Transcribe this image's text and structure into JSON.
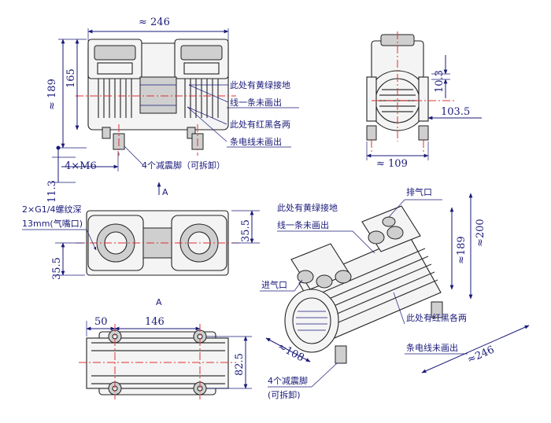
{
  "dims": {
    "top_width": "≈ 246",
    "height_189": "≈ 189",
    "height_165": "165",
    "side_10_3": "10.3",
    "side_103_5": "103.5",
    "side_109": "≈ 109",
    "m6": "4×M6",
    "h_11_3": "11.3",
    "d_35_5_right": "35.5",
    "d_35_5_left": "35.5",
    "b_50": "50",
    "b_146": "146",
    "b_82_5": "82.5",
    "iso_108": "≈108",
    "iso_246": "≈246",
    "iso_189": "≈189",
    "iso_200": "≈200"
  },
  "notes": {
    "ground_l1": "此处有黄绿接地",
    "ground_l2": "线一条未画出",
    "redblack_l1": "此处有红黑各两",
    "redblack_l2": "条电线未画出",
    "feet": "4个减震脚（可拆卸）",
    "thread_l1": "2×G1/4螺纹深",
    "thread_l2": "13mm(气嘴口)",
    "view_a1": "A",
    "view_a2": "A",
    "iso_ground_l1": "此处有黄绿接地",
    "iso_ground_l2": "线一条未画出",
    "exhaust": "排气口",
    "intake": "进气口",
    "iso_redblack_l1": "此处有红黑各两",
    "iso_redblack_l2": "条电线未画出",
    "iso_feet_l1": "4个减震脚",
    "iso_feet_l2": "(可拆卸)"
  }
}
